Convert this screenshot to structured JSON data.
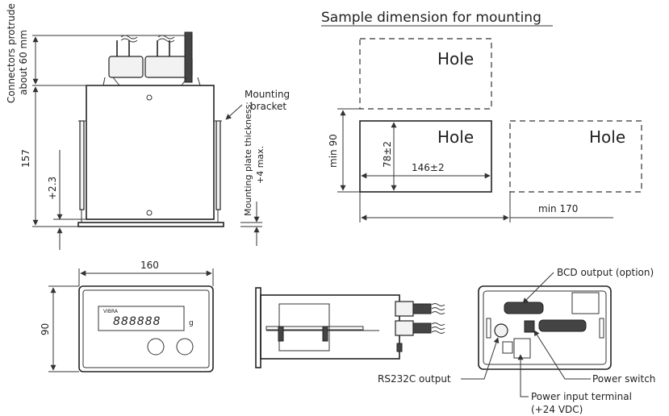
{
  "side_view": {
    "connectors_label_1": "Connectors protrude",
    "connectors_label_2": "about 60 mm",
    "height_label": "157",
    "offset_label": "+2.3",
    "bracket_label_1": "Mounting",
    "bracket_label_2": "bracket",
    "plate_label_1": "Mounting plate thickness:",
    "plate_label_2": "+4 max."
  },
  "mounting": {
    "title": "Sample dimension for mounting",
    "hole_top": "Hole",
    "hole_main": "Hole",
    "hole_right": "Hole",
    "min_height_label": "min 90",
    "hole_height_label": "78±2",
    "hole_width_label": "146±2",
    "min_width_label": "min 170"
  },
  "front_view": {
    "width_label": "160",
    "height_label": "90",
    "brand": "VIBRA",
    "display_value": "888888",
    "unit": "g"
  },
  "rear_view": {
    "bcd_label": "BCD output (option)",
    "rs232_label": "RS232C output",
    "power_switch_label": "Power switch",
    "power_input_label_1": "Power input terminal",
    "power_input_label_2": "(+24 VDC)"
  }
}
